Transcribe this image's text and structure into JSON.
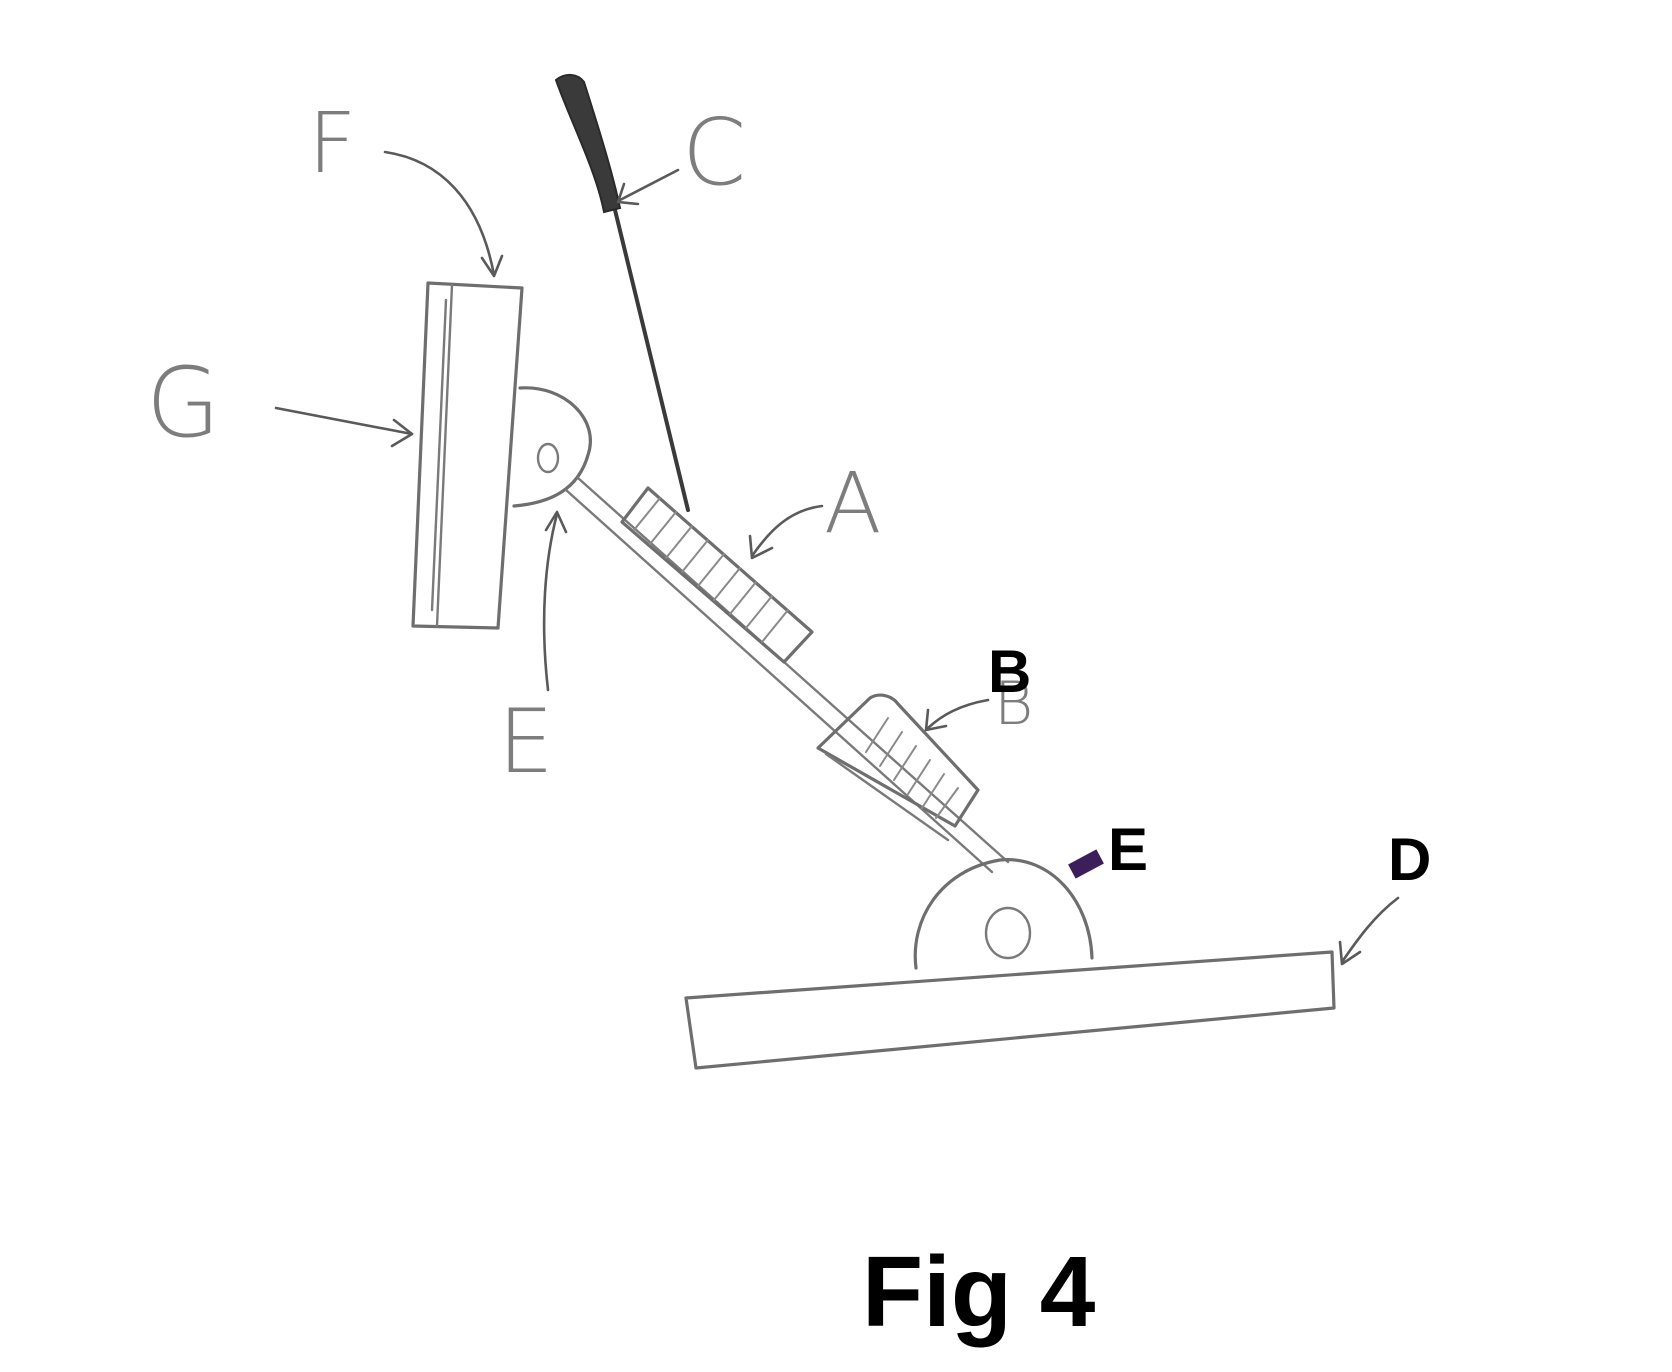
{
  "figure": {
    "caption": "Fig 4",
    "colors": {
      "pencil": "#6e6e6e",
      "brush": "#3a3a3a",
      "marker_e": "#3c1e5a",
      "ink": "#000000"
    },
    "labels": {
      "a": "A",
      "b_handwritten": "B",
      "b_typed": "B",
      "c": "C",
      "d": "D",
      "e_upper": "E",
      "e_lower": "E",
      "f": "F",
      "g": "G"
    }
  }
}
